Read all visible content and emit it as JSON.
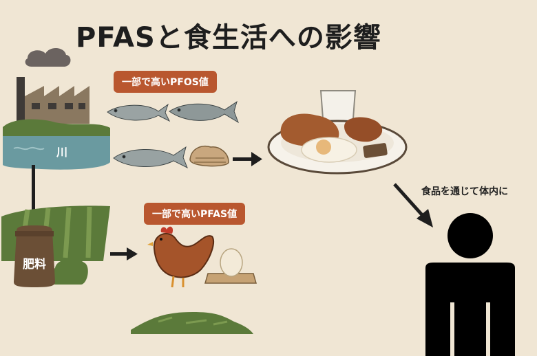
{
  "title": "PFASと食生活への影響",
  "labels": {
    "pfos_badge": "一部で高いPFOS値",
    "pfas_badge": "一部で高いPFAS値",
    "river": "川",
    "fertilizer": "肥料",
    "caption": "食品を通じて体内に"
  },
  "colors": {
    "background": "#f0e6d4",
    "badge": "#b9572f",
    "river": "#6a9aa0",
    "grass": "#5b7a3a",
    "arrow": "#1e1e1e"
  },
  "icons": [
    "factory-icon",
    "river-icon",
    "fish-icon",
    "clam-icon",
    "meal-plate-icon",
    "milk-glass-icon",
    "field-icon",
    "fertilizer-bag-icon",
    "chicken-icon",
    "egg-icon",
    "hill-icon",
    "person-icon"
  ]
}
